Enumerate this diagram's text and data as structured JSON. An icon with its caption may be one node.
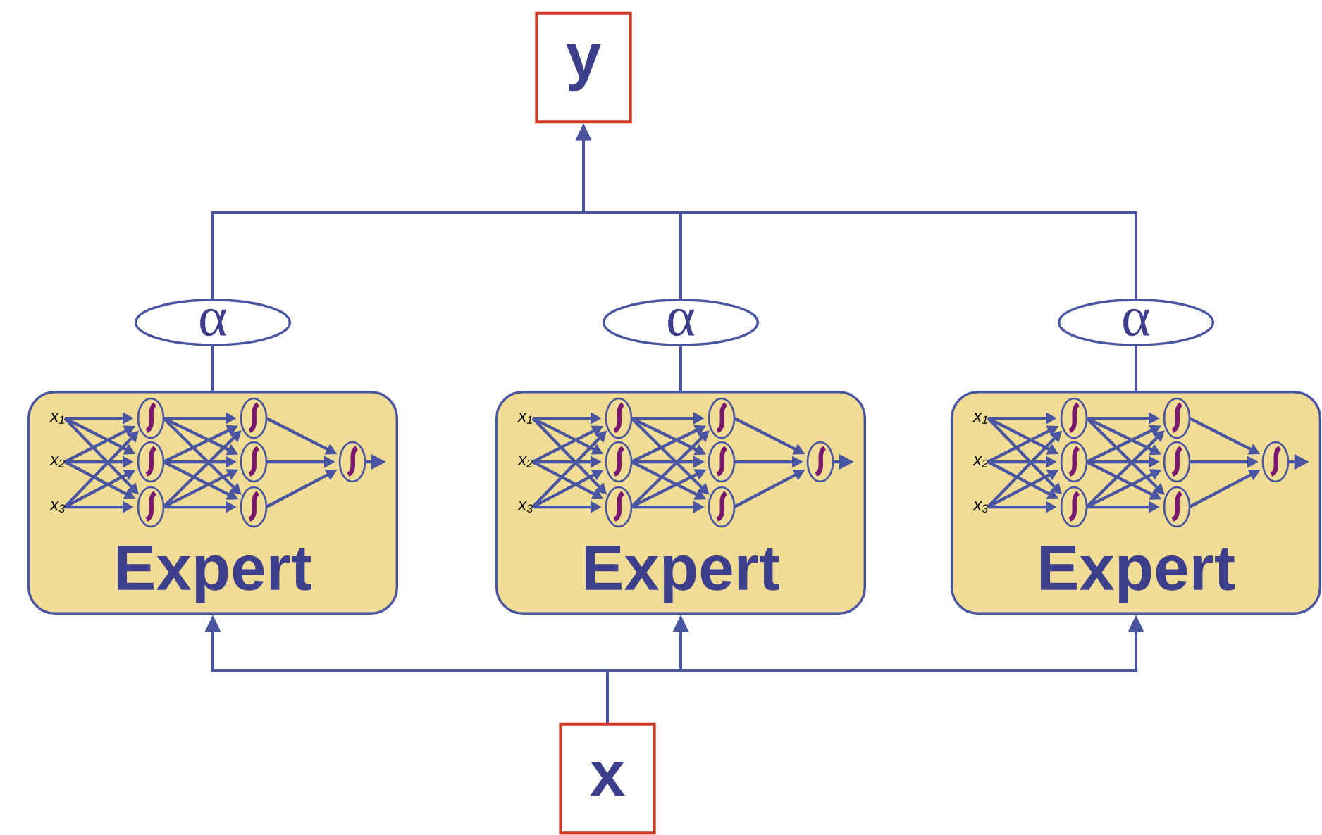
{
  "diagram": {
    "nodes": [
      {
        "text": [
          "y"
        ]
      },
      {
        "text": [
          "α"
        ]
      },
      {
        "text": [
          "α"
        ]
      },
      {
        "text": [
          "α"
        ]
      },
      {
        "text": [
          "x$_{1}$",
          "x$_{2}$",
          "x$_{3}$",
          "Expert"
        ]
      },
      {
        "text": [
          "x$_{1}$",
          "x$_{2}$",
          "x$_{3}$",
          "Expert"
        ]
      },
      {
        "text": [
          "x$_{1}$",
          "x$_{2}$",
          "x$_{3}$",
          "Expert"
        ]
      },
      {
        "text": [
          "x"
        ]
      }
    ],
    "edges": [
      {
        "from": 7,
        "to": 4,
        "arrow": "to"
      },
      {
        "from": 7,
        "to": 5,
        "arrow": "to"
      },
      {
        "from": 7,
        "to": 6,
        "arrow": "to"
      },
      {
        "from": 4,
        "to": 1,
        "arrow": "none"
      },
      {
        "from": 5,
        "to": 2,
        "arrow": "none"
      },
      {
        "from": 6,
        "to": 3,
        "arrow": "none"
      },
      {
        "from": 1,
        "to": 0,
        "arrow": "to"
      },
      {
        "from": 2,
        "to": 0,
        "arrow": "to"
      },
      {
        "from": 3,
        "to": 0,
        "arrow": "to"
      }
    ]
  }
}
